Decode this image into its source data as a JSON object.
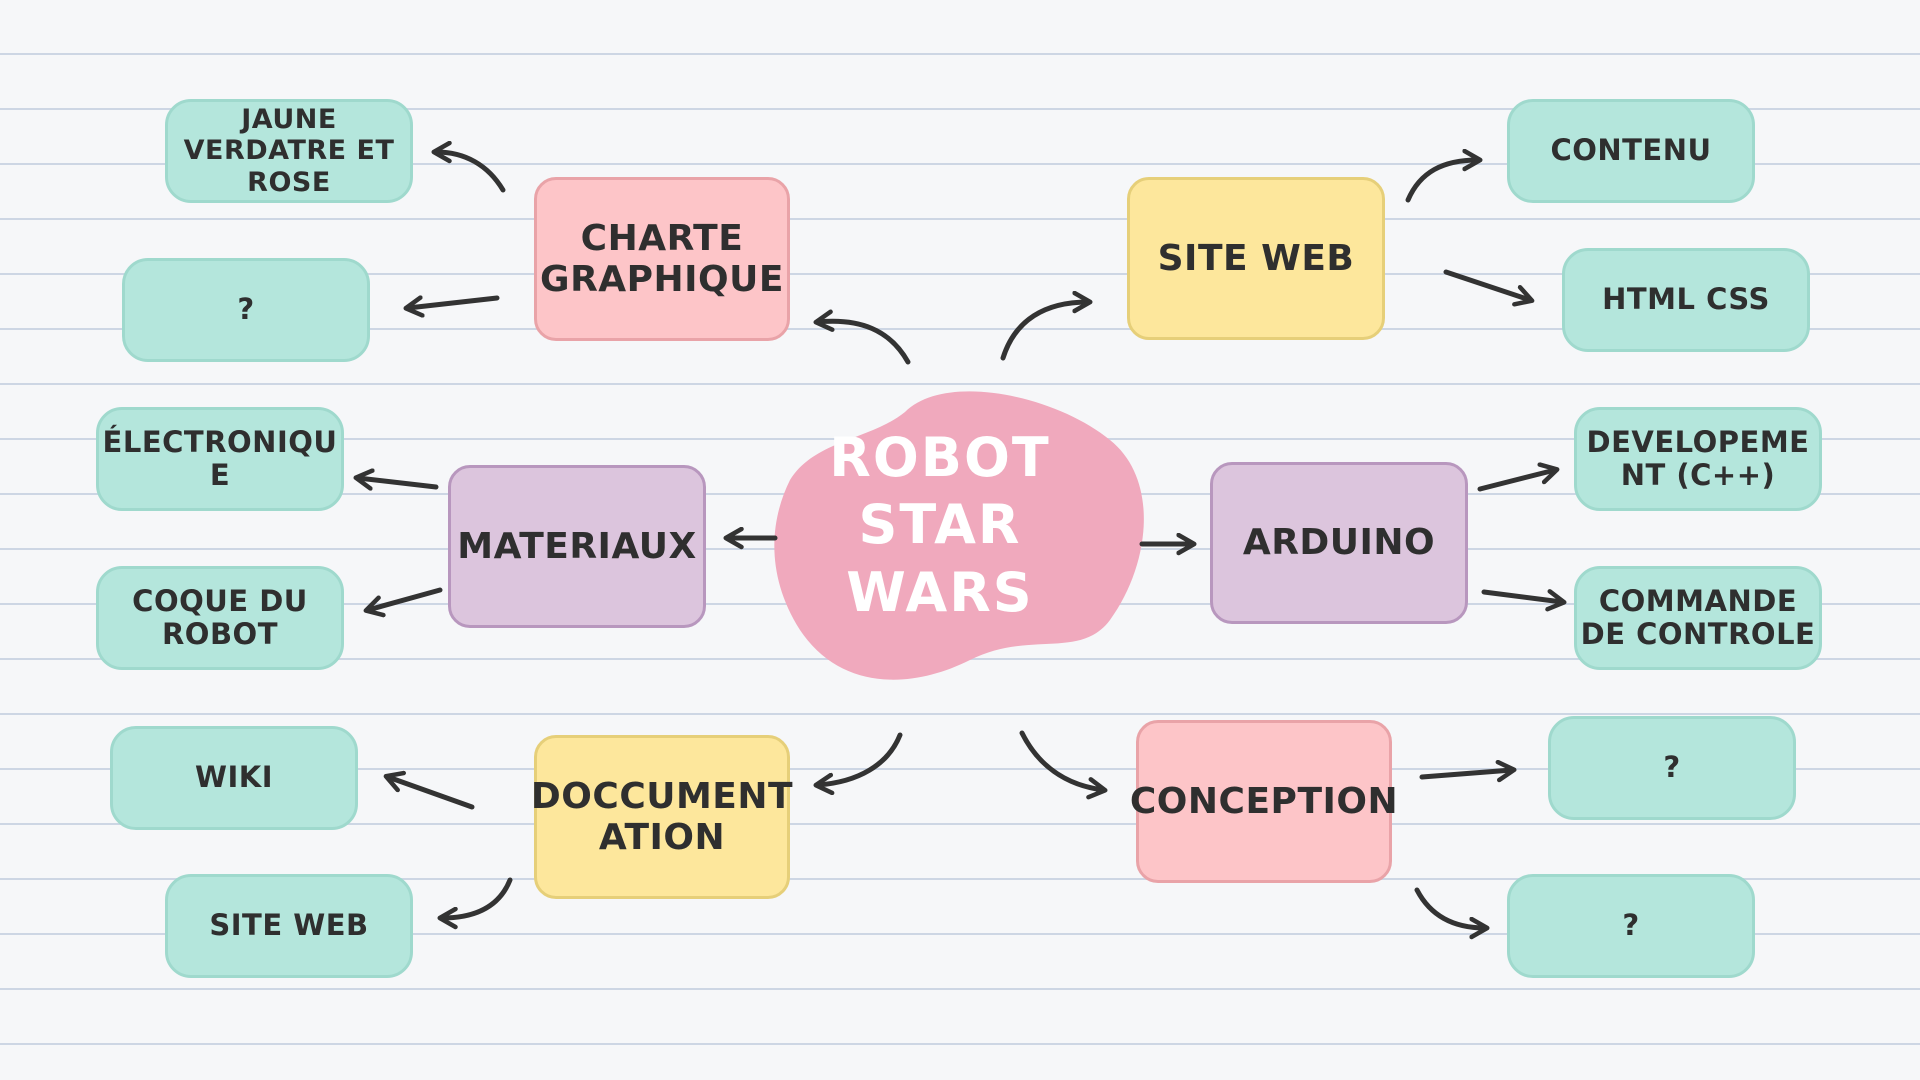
{
  "center": {
    "line1": "ROBOT",
    "line2": "STAR",
    "line3": "WARS"
  },
  "branches": {
    "charte": {
      "line1": "CHARTE",
      "line2": "GRAPHIQUE"
    },
    "siteweb": {
      "label": "SITE WEB"
    },
    "materiaux": {
      "label": "MATERIAUX"
    },
    "arduino": {
      "label": "ARDUINO"
    },
    "documentation": {
      "line1": "DOCCUMENT",
      "line2": "ATION"
    },
    "conception": {
      "label": "CONCEPTION"
    }
  },
  "leaves": {
    "jaune": {
      "line1": "JAUNE",
      "line2": "VERDATRE ET",
      "line3": "ROSE"
    },
    "charte_q": {
      "label": "?"
    },
    "contenu": {
      "label": "CONTENU"
    },
    "html_css": {
      "label": "HTML CSS"
    },
    "electronique": {
      "line1": "ÉLECTRONIQU",
      "line2": "E"
    },
    "coque": {
      "line1": "COQUE DU",
      "line2": "ROBOT"
    },
    "developpement": {
      "line1": "DEVELOPEME",
      "line2": "NT (C++)"
    },
    "commande": {
      "line1": "COMMANDE",
      "line2": "DE CONTROLE"
    },
    "wiki": {
      "label": "WIKI"
    },
    "doc_site_web": {
      "label": "SITE WEB"
    },
    "conception_q1": {
      "label": "?"
    },
    "conception_q2": {
      "label": "?"
    }
  },
  "colors": {
    "leaf": "#b4e6dc",
    "pink": "#fdc5c8",
    "yellow": "#fde79c",
    "purple": "#dcc5dd",
    "center_blob": "#f0a9bd",
    "arrow": "#333333"
  }
}
